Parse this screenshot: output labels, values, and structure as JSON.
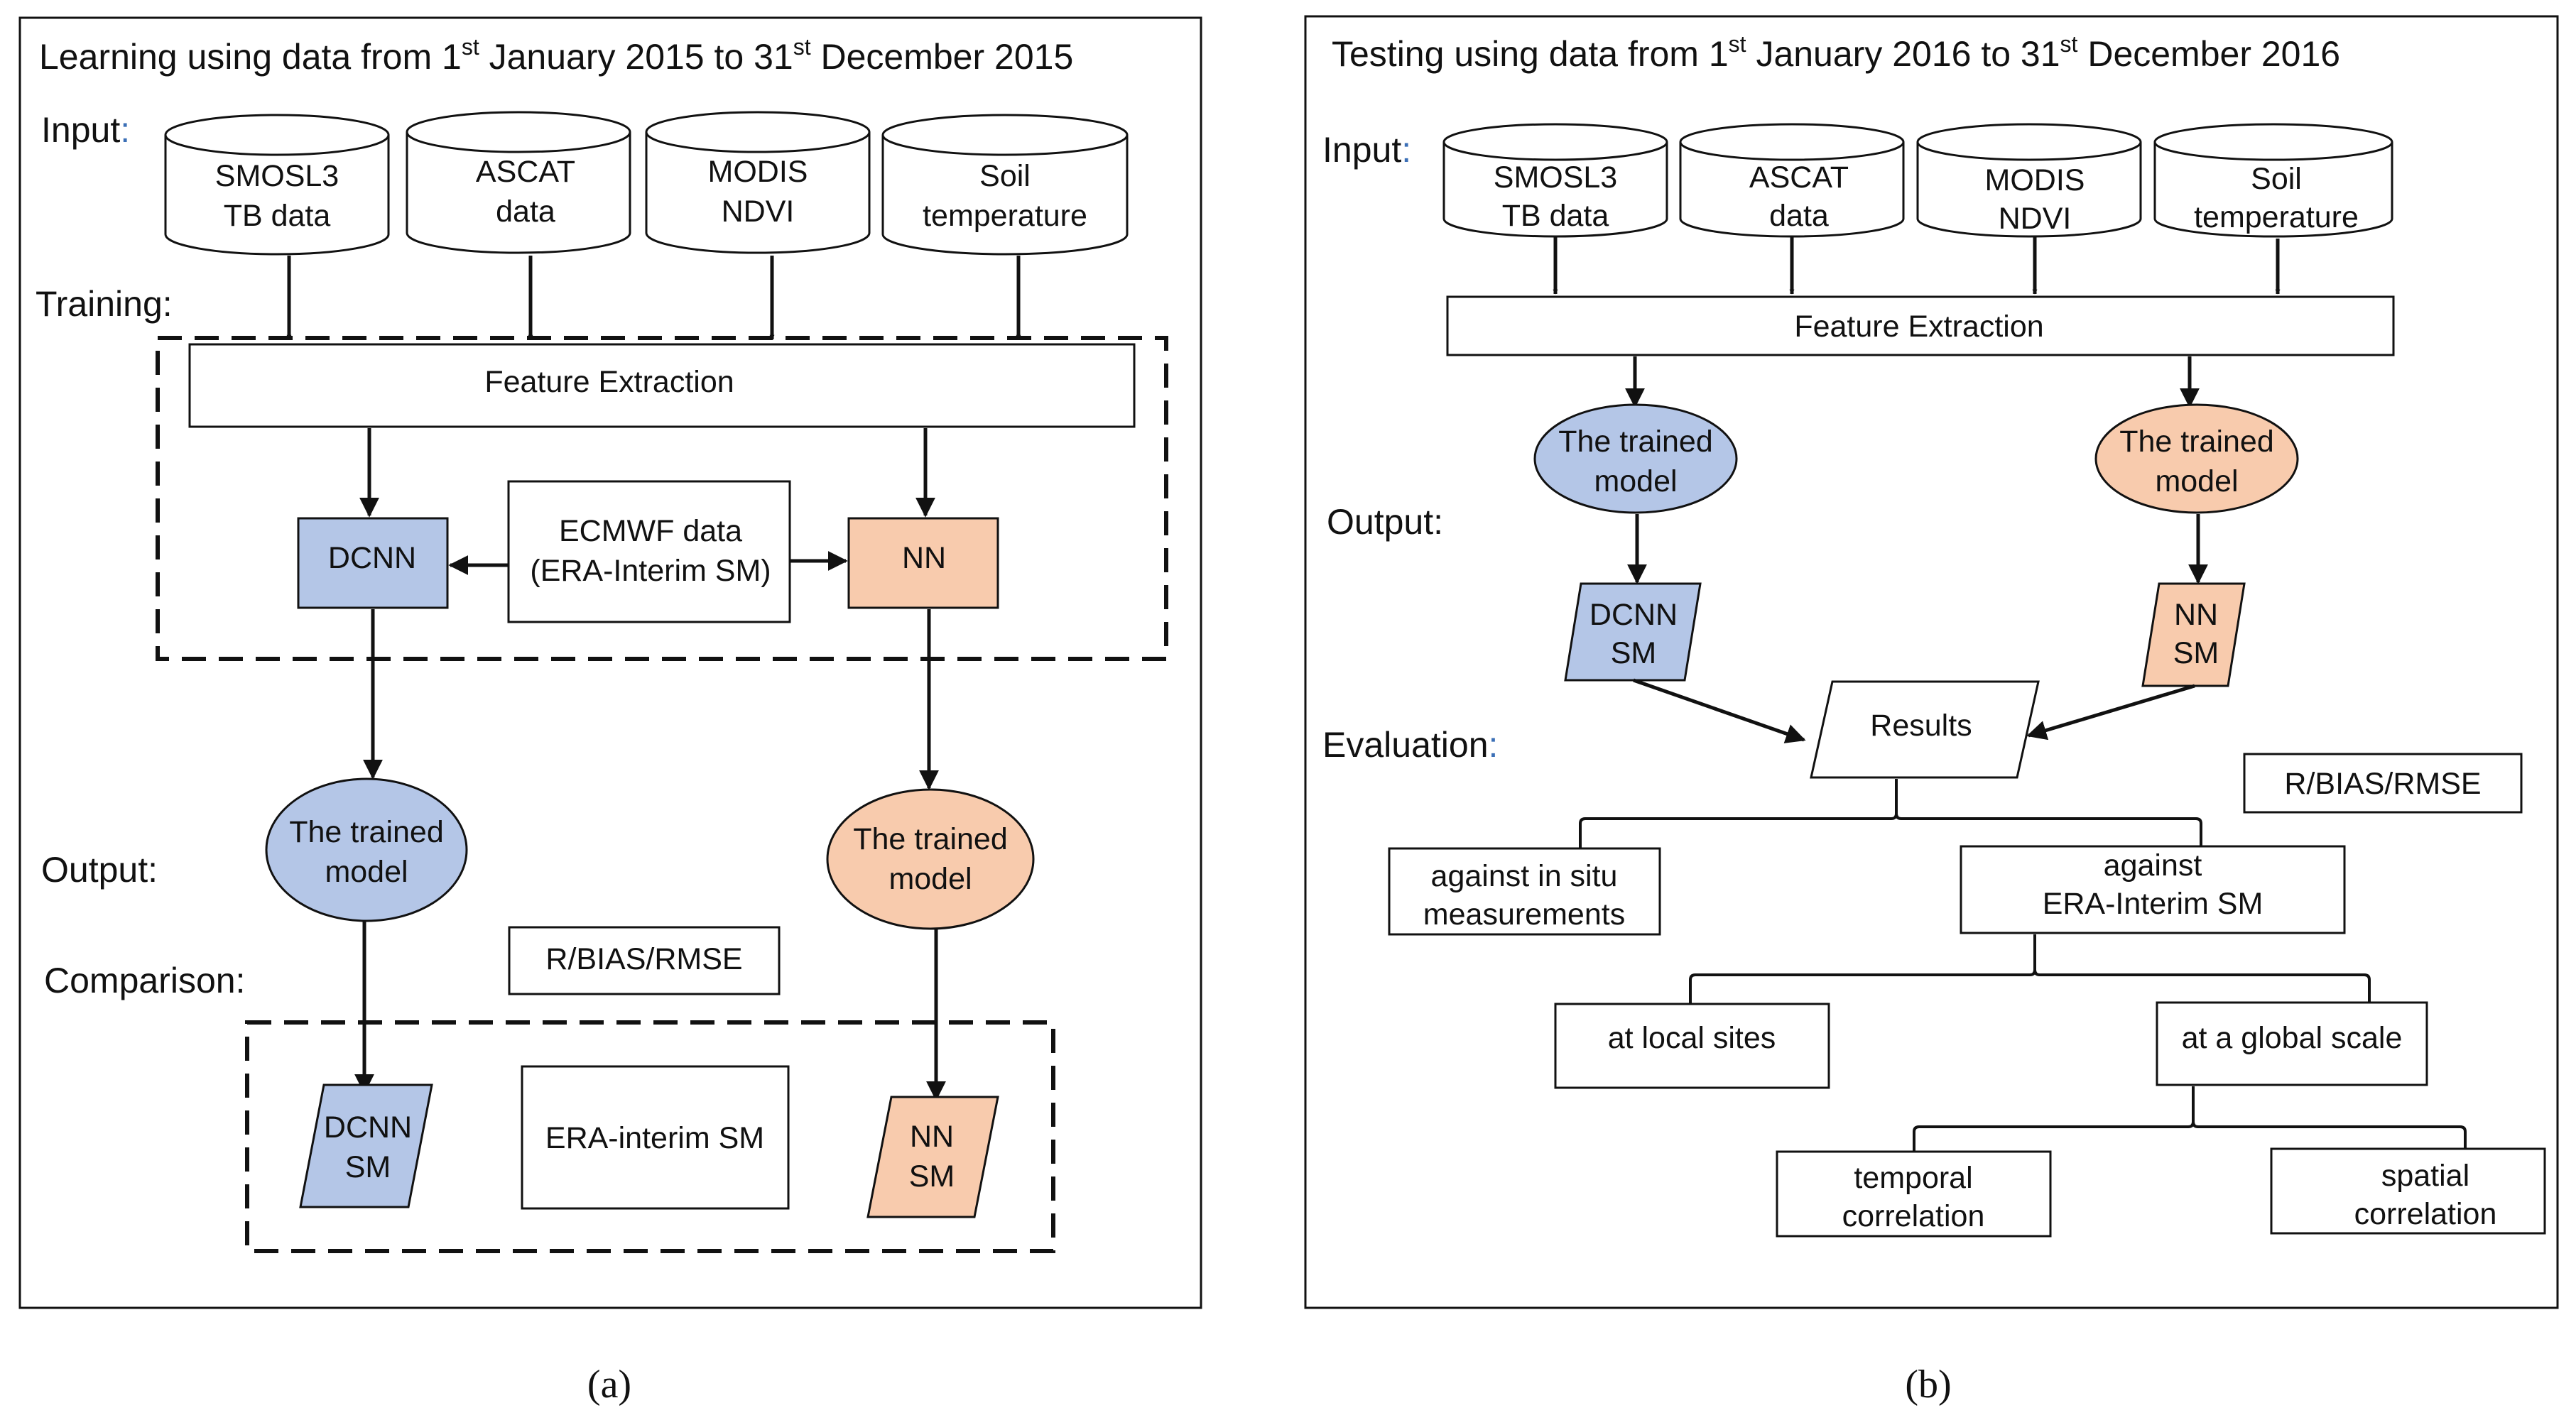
{
  "colors": {
    "blue": "#b4c6e7",
    "orange": "#f8cbad",
    "stroke": "#111111",
    "accent": "#3b6fb6"
  },
  "panel_a": {
    "title_prefix": "Learning using data from 1",
    "title_sup1": "st",
    "title_mid": " January 2015 to 31",
    "title_sup2": "st",
    "title_suffix": " December 2015",
    "input_label": "Input",
    "colon": ":",
    "inputs": [
      {
        "line1": "SMOSL3",
        "line2": "TB data"
      },
      {
        "line1": "ASCAT",
        "line2": "data"
      },
      {
        "line1": "MODIS",
        "line2": "NDVI"
      },
      {
        "line1": "Soil",
        "line2": "temperature"
      }
    ],
    "training_label": "Training:",
    "feature_extraction": "Feature Extraction",
    "dcnn": "DCNN",
    "nn": "NN",
    "ecmwf_line1": "ECMWF data",
    "ecmwf_line2": "(ERA-Interim SM)",
    "output_label": "Output:",
    "trained_line1": "The trained",
    "trained_line2": "model",
    "comparison_label": "Comparison:",
    "metrics": "R/BIAS/RMSE",
    "dcnn_sm_line1": "DCNN",
    "dcnn_sm_line2": "SM",
    "era_interim": "ERA-interim SM",
    "nn_sm_line1": "NN",
    "nn_sm_line2": "SM",
    "caption": "(a)"
  },
  "panel_b": {
    "title_prefix": "Testing using data from 1",
    "title_sup1": "st",
    "title_mid": " January 2016 to 31",
    "title_sup2": "st",
    "title_suffix": " December 2016",
    "input_label": "Input",
    "colon": ":",
    "inputs": [
      {
        "line1": "SMOSL3",
        "line2": "TB data"
      },
      {
        "line1": "ASCAT",
        "line2": "data"
      },
      {
        "line1": "MODIS",
        "line2": "NDVI"
      },
      {
        "line1": "Soil",
        "line2": "temperature"
      }
    ],
    "feature_extraction": "Feature Extraction",
    "output_label": "Output:",
    "trained_line1": "The trained",
    "trained_line2": "model",
    "dcnn_sm_line1": "DCNN",
    "dcnn_sm_line2": "SM",
    "nn_sm_line1": "NN",
    "nn_sm_line2": "SM",
    "evaluation_label": "Evaluation",
    "results": "Results",
    "metrics": "R/BIAS/RMSE",
    "insitu_line1": "against in situ",
    "insitu_line2": "measurements",
    "era_line1": "against",
    "era_line2": "ERA-Interim SM",
    "local_sites": "at local sites",
    "global_scale": "at a global scale",
    "temporal_line1": "temporal",
    "temporal_line2": "correlation",
    "spatial_line1": "spatial",
    "spatial_line2": "correlation",
    "caption": "(b)"
  }
}
